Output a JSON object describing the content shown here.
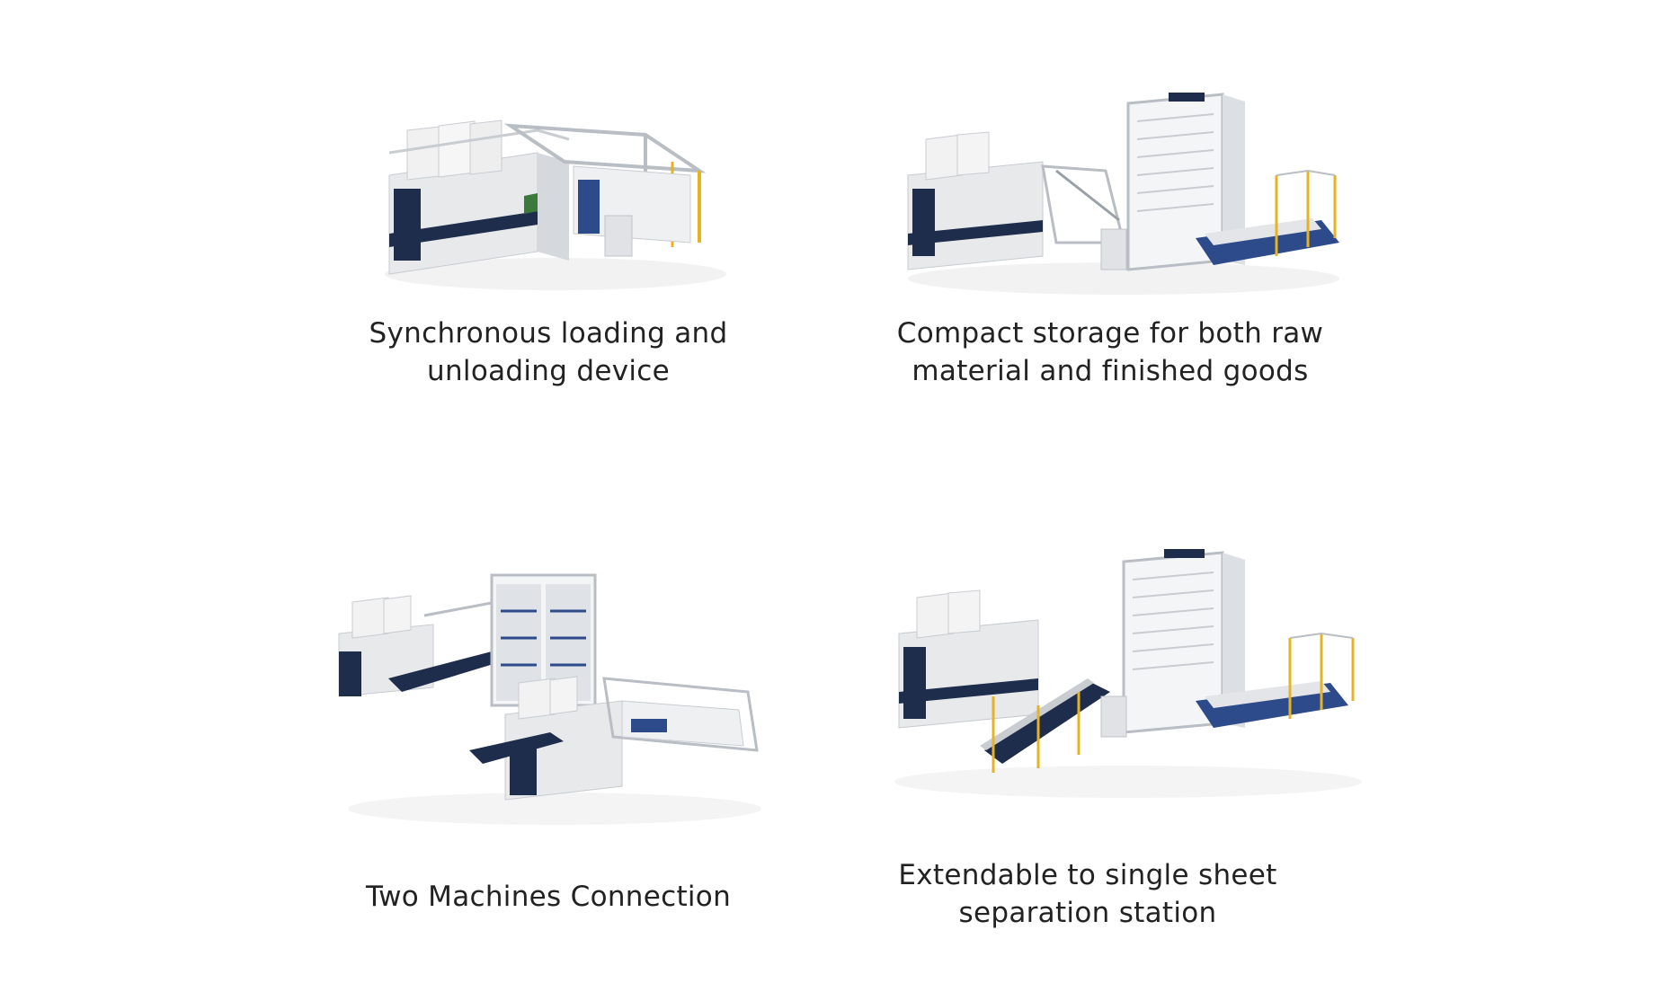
{
  "features": [
    {
      "caption_line1": "Synchronous loading and",
      "caption_line2": "unloading device",
      "image": "laser-cutter-with-loading-unloading-illustration"
    },
    {
      "caption_line1": "Compact storage for both raw",
      "caption_line2": "material and finished goods",
      "image": "laser-cutter-with-storage-tower-illustration"
    },
    {
      "caption_line1": "Two Machines Connection",
      "caption_line2": "",
      "image": "two-laser-cutters-with-shared-tower-illustration"
    },
    {
      "caption_line1": "Extendable to single sheet",
      "caption_line2": "separation station",
      "image": "laser-cutter-with-tower-and-sheet-separation-illustration"
    }
  ],
  "colors": {
    "machine_body": "#e6e7e9",
    "panel_dark": "#1f2d4d",
    "accent_blue": "#2d4a8a",
    "safety_yellow": "#e6b422",
    "frame": "#c9ccd1"
  }
}
